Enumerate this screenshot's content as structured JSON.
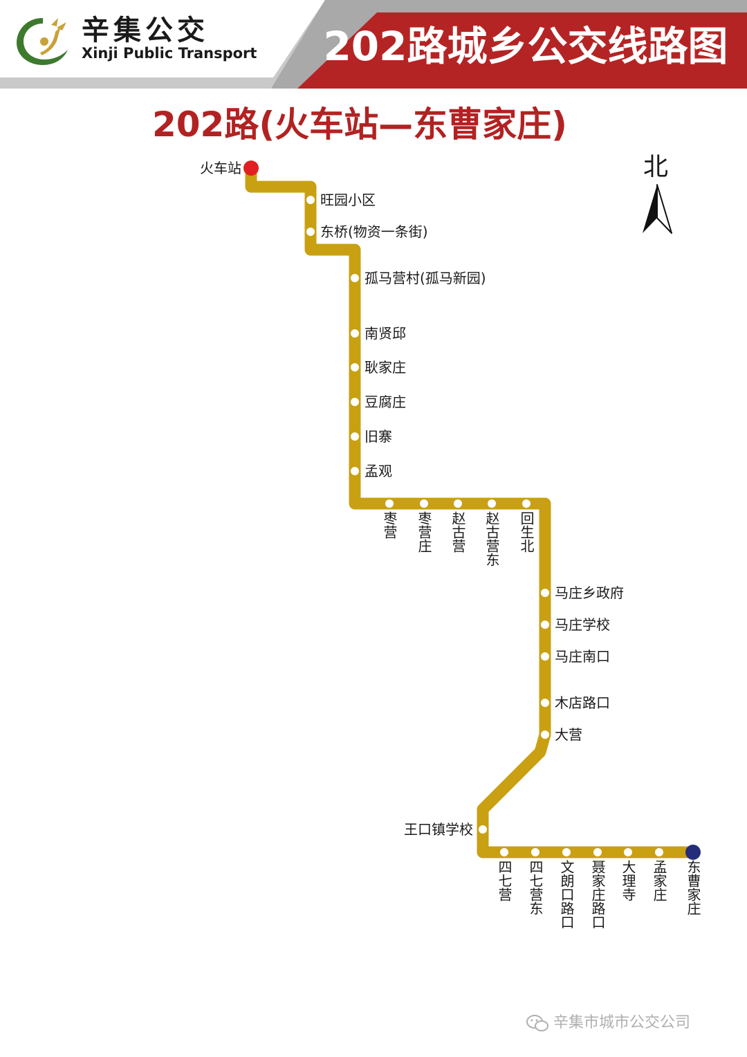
{
  "header": {
    "brand_cn": "辛集公交",
    "brand_en": "Xinji Public Transport",
    "title": "202路城乡公交线路图"
  },
  "route_title": "202路(火车站—东曹家庄)",
  "north_label": "北",
  "watermark": "辛集市城市公交公司",
  "colors": {
    "route_line": "#c8a012",
    "header_red": "#b52424",
    "header_gray": "#c9c9c9",
    "start_station": "#e02020",
    "end_station": "#232d7a",
    "logo_green": "#3d7a2e",
    "logo_gold": "#c9a13a"
  },
  "icons": [
    "xinji-bus-logo-icon",
    "north-arrow-icon",
    "wechat-icon"
  ],
  "stations": [
    {
      "name": "火车站",
      "type": "start"
    },
    {
      "name": "旺园小区"
    },
    {
      "name": "东桥(物资一条街)"
    },
    {
      "name": "孤马营村(孤马新园)"
    },
    {
      "name": "南贤邱"
    },
    {
      "name": "耿家庄"
    },
    {
      "name": "豆腐庄"
    },
    {
      "name": "旧寨"
    },
    {
      "name": "孟观"
    },
    {
      "name": "枣营"
    },
    {
      "name": "枣营庄"
    },
    {
      "name": "赵古营"
    },
    {
      "name": "赵古营东"
    },
    {
      "name": "回生北"
    },
    {
      "name": "马庄乡政府"
    },
    {
      "name": "马庄学校"
    },
    {
      "name": "马庄南口"
    },
    {
      "name": "木店路口"
    },
    {
      "name": "大营"
    },
    {
      "name": "王口镇学校"
    },
    {
      "name": "四七营"
    },
    {
      "name": "四七营东"
    },
    {
      "name": "文朗口路口"
    },
    {
      "name": "聂家庄路口"
    },
    {
      "name": "大理寺"
    },
    {
      "name": "孟家庄"
    },
    {
      "name": "东曹家庄",
      "type": "end"
    }
  ]
}
